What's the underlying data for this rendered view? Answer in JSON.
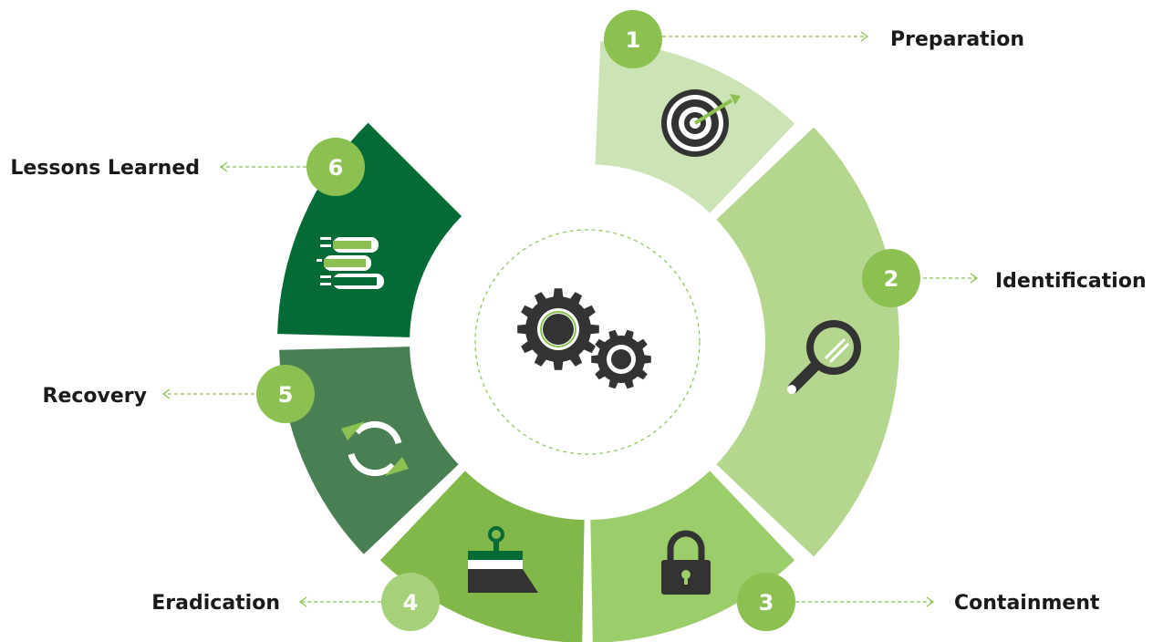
{
  "colors": {
    "preparation": "#cce3b5",
    "identification": "#b5d68f",
    "containment": "#9bcd6b",
    "eradication": "#82b849",
    "recovery": "#4a7f54",
    "lessons_learned": "#046b37",
    "badge_light": "#8cc152",
    "badge_pale": "#a6d07a",
    "icon_dark": "#333333",
    "connector": "#8cc152"
  },
  "center": {
    "icon": "gears-icon"
  },
  "steps": [
    {
      "number": "1",
      "label": "Preparation",
      "icon": "target-icon"
    },
    {
      "number": "2",
      "label": "Identification",
      "icon": "magnifier-icon"
    },
    {
      "number": "3",
      "label": "Containment",
      "icon": "padlock-icon"
    },
    {
      "number": "4",
      "label": "Eradication",
      "icon": "scraper-brush-icon"
    },
    {
      "number": "5",
      "label": "Recovery",
      "icon": "recycle-arrows-icon"
    },
    {
      "number": "6",
      "label": "Lessons Learned",
      "icon": "books-icon"
    }
  ]
}
